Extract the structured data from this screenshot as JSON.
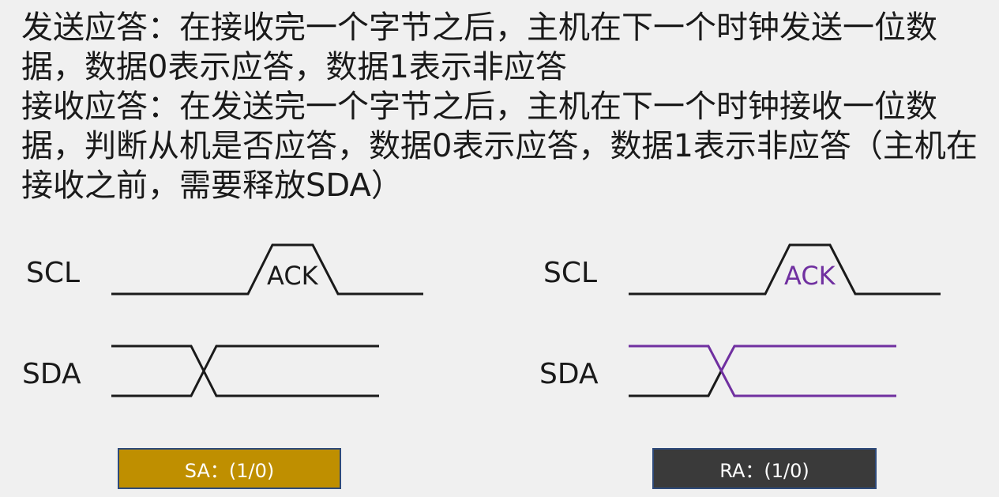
{
  "text": {
    "send_ack": "发送应答：在接收完一个字节之后，主机在下一个时钟发送一位数据，数据0表示应答，数据1表示非应答",
    "recv_ack": "接收应答：在发送完一个字节之后，主机在下一个时钟接收一位数据，判断从机是否应答，数据0表示应答，数据1表示非应答（主机在接收之前，需要释放SDA）"
  },
  "diagrams": [
    {
      "scl_label": "SCL",
      "sda_label": "SDA",
      "ack_label": "ACK",
      "badge": "SA：(1/0)",
      "badge_color": "#bf8f00",
      "ack_color": "#1a1a1a",
      "sda_color": "#1a1a1a"
    },
    {
      "scl_label": "SCL",
      "sda_label": "SDA",
      "ack_label": "ACK",
      "badge": "RA：(1/0)",
      "badge_color": "#3a3a3a",
      "ack_color": "#7030a0",
      "sda_color": "#7030a0"
    }
  ]
}
